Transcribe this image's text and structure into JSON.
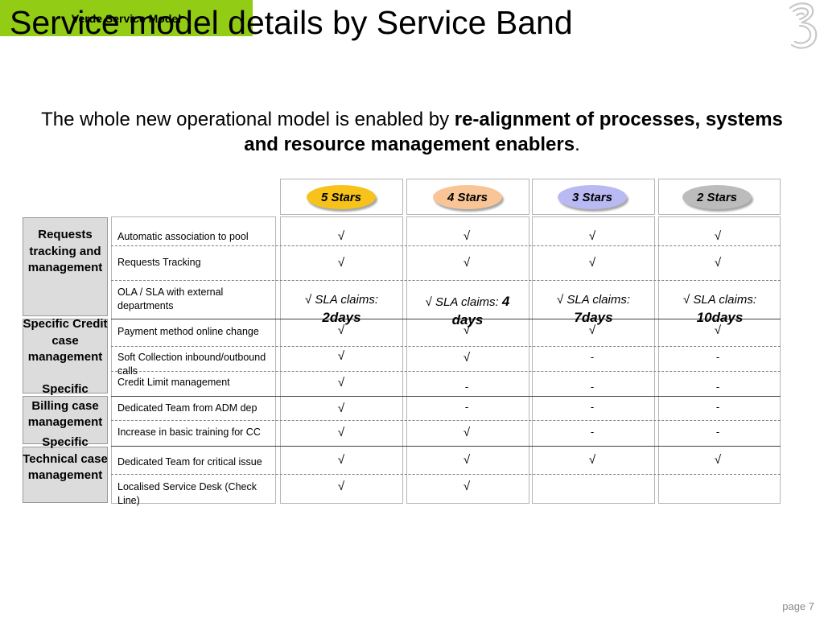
{
  "page": {
    "title": "Service model details by Service Band",
    "subtitle_prefix": "The whole new operational model is enabled by ",
    "subtitle_bold": "re-alignment of processes, systems and resource management enablers",
    "subtitle_suffix": ".",
    "page_number": "page 7"
  },
  "table": {
    "header_label": "Verde Service Model",
    "bands": [
      {
        "label": "5 Stars",
        "color": "#f7c21a"
      },
      {
        "label": "4 Stars",
        "color": "#f9c596"
      },
      {
        "label": "3 Stars",
        "color": "#b9b9f3"
      },
      {
        "label": "2 Stars",
        "color": "#bcbcbc"
      }
    ],
    "categories": [
      "Requests tracking and management",
      "Specific Credit case management",
      "Specific Billing case management",
      "Specific Technical case management"
    ],
    "rows": [
      {
        "label": "Automatic association to pool",
        "values": [
          "√",
          "√",
          "√",
          "√"
        ]
      },
      {
        "label": "Requests Tracking",
        "values": [
          "√",
          "√",
          "√",
          "√"
        ]
      },
      {
        "label": "OLA / SLA with external departments",
        "values": [
          "",
          "",
          "",
          ""
        ]
      },
      {
        "label": "Payment method online change",
        "values": [
          "√",
          "√",
          "√",
          "√"
        ]
      },
      {
        "label": "Soft Collection inbound/outbound calls",
        "values": [
          "√",
          "√",
          "-",
          "-"
        ]
      },
      {
        "label": "Credit Limit management",
        "values": [
          "√",
          "-",
          "-",
          "-"
        ]
      },
      {
        "label": "Dedicated  Team from ADM dep",
        "values": [
          "√",
          "-",
          "-",
          "-"
        ]
      },
      {
        "label": "Increase in basic training for CC",
        "values": [
          "√",
          "√",
          "-",
          "-"
        ]
      },
      {
        "label": "Dedicated Team for critical issue",
        "values": [
          "√",
          "√",
          "√",
          "√"
        ]
      },
      {
        "label": "Localised Service Desk (Check Line)",
        "values": [
          "√",
          "√",
          "",
          ""
        ]
      }
    ],
    "sla": [
      {
        "prefix": "√  SLA claims:",
        "days": "2days"
      },
      {
        "prefix": "√ SLA claims:",
        "days": "4 days"
      },
      {
        "prefix": "√   SLA claims:",
        "days": "7days"
      },
      {
        "prefix": "√   SLA claims:",
        "days": "10days"
      }
    ]
  }
}
